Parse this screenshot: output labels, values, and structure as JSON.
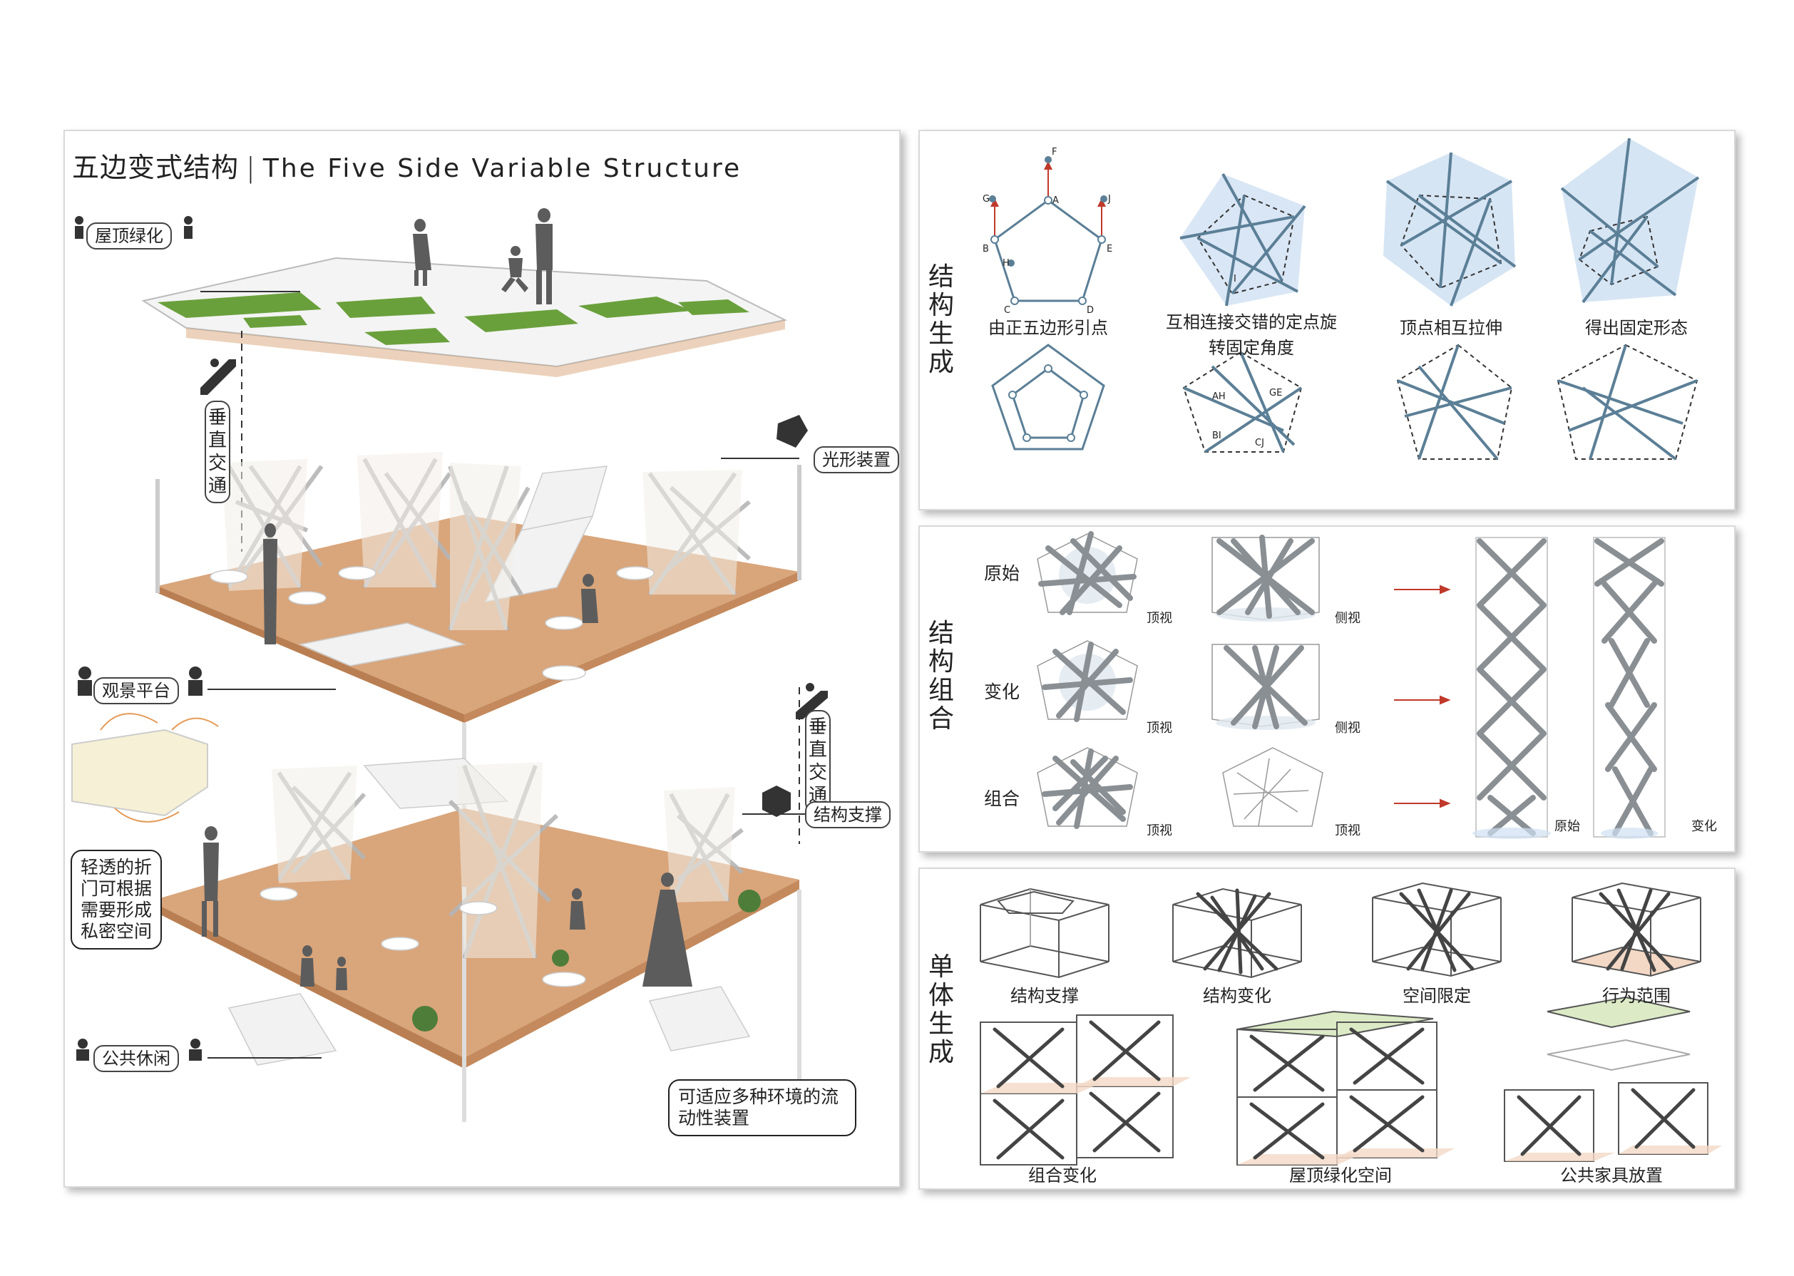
{
  "left": {
    "title_cn": "五边变式结构",
    "title_sep": "|",
    "title_en": "The  Five Side Variable Structure",
    "labels": {
      "roof_green": "屋顶绿化",
      "vertical_traffic": "垂直交通",
      "light_device": "光形装置",
      "view_platform": "观景平台",
      "vertical_traffic_2": "垂直交通",
      "structure_support": "结构支撑",
      "public_leisure": "公共休闲"
    },
    "notes": {
      "fold_door": "轻透的折门可根据需要形成私密空间",
      "adaptive": "可适应多种环境的流动性装置"
    }
  },
  "structure_generation": {
    "title": "结构生成",
    "captions": [
      "由正五边形引点",
      "互相连接交错的定点旋转固定角度",
      "顶点相互拉伸",
      "得出固定形态"
    ],
    "points": [
      "A",
      "B",
      "C",
      "D",
      "E",
      "F",
      "G",
      "H",
      "I",
      "J"
    ],
    "segments": [
      "AH",
      "GE",
      "BI",
      "CJ"
    ]
  },
  "structure_combination": {
    "title": "结构组合",
    "rows": [
      "原始",
      "变化",
      "组合"
    ],
    "top_view": "顶视",
    "side_view": "侧视",
    "col_labels": [
      "原始",
      "变化"
    ]
  },
  "unit_generation": {
    "title": "单体生成",
    "captions_top": [
      "结构支撑",
      "结构变化",
      "空间限定",
      "行为范围"
    ],
    "captions_bottom": [
      "组合变化",
      "屋顶绿化空间",
      "公共家具放置"
    ]
  },
  "colors": {
    "wood": "#d9a57a",
    "grass": "#6aa03c",
    "blue_fill": "#cfe0f2",
    "line_blue": "#5b7f96",
    "accent_red": "#c0392b",
    "green_roof": "#dcebc6",
    "pink_floor": "#f3d8c5",
    "figure": "#5c5c5c"
  }
}
